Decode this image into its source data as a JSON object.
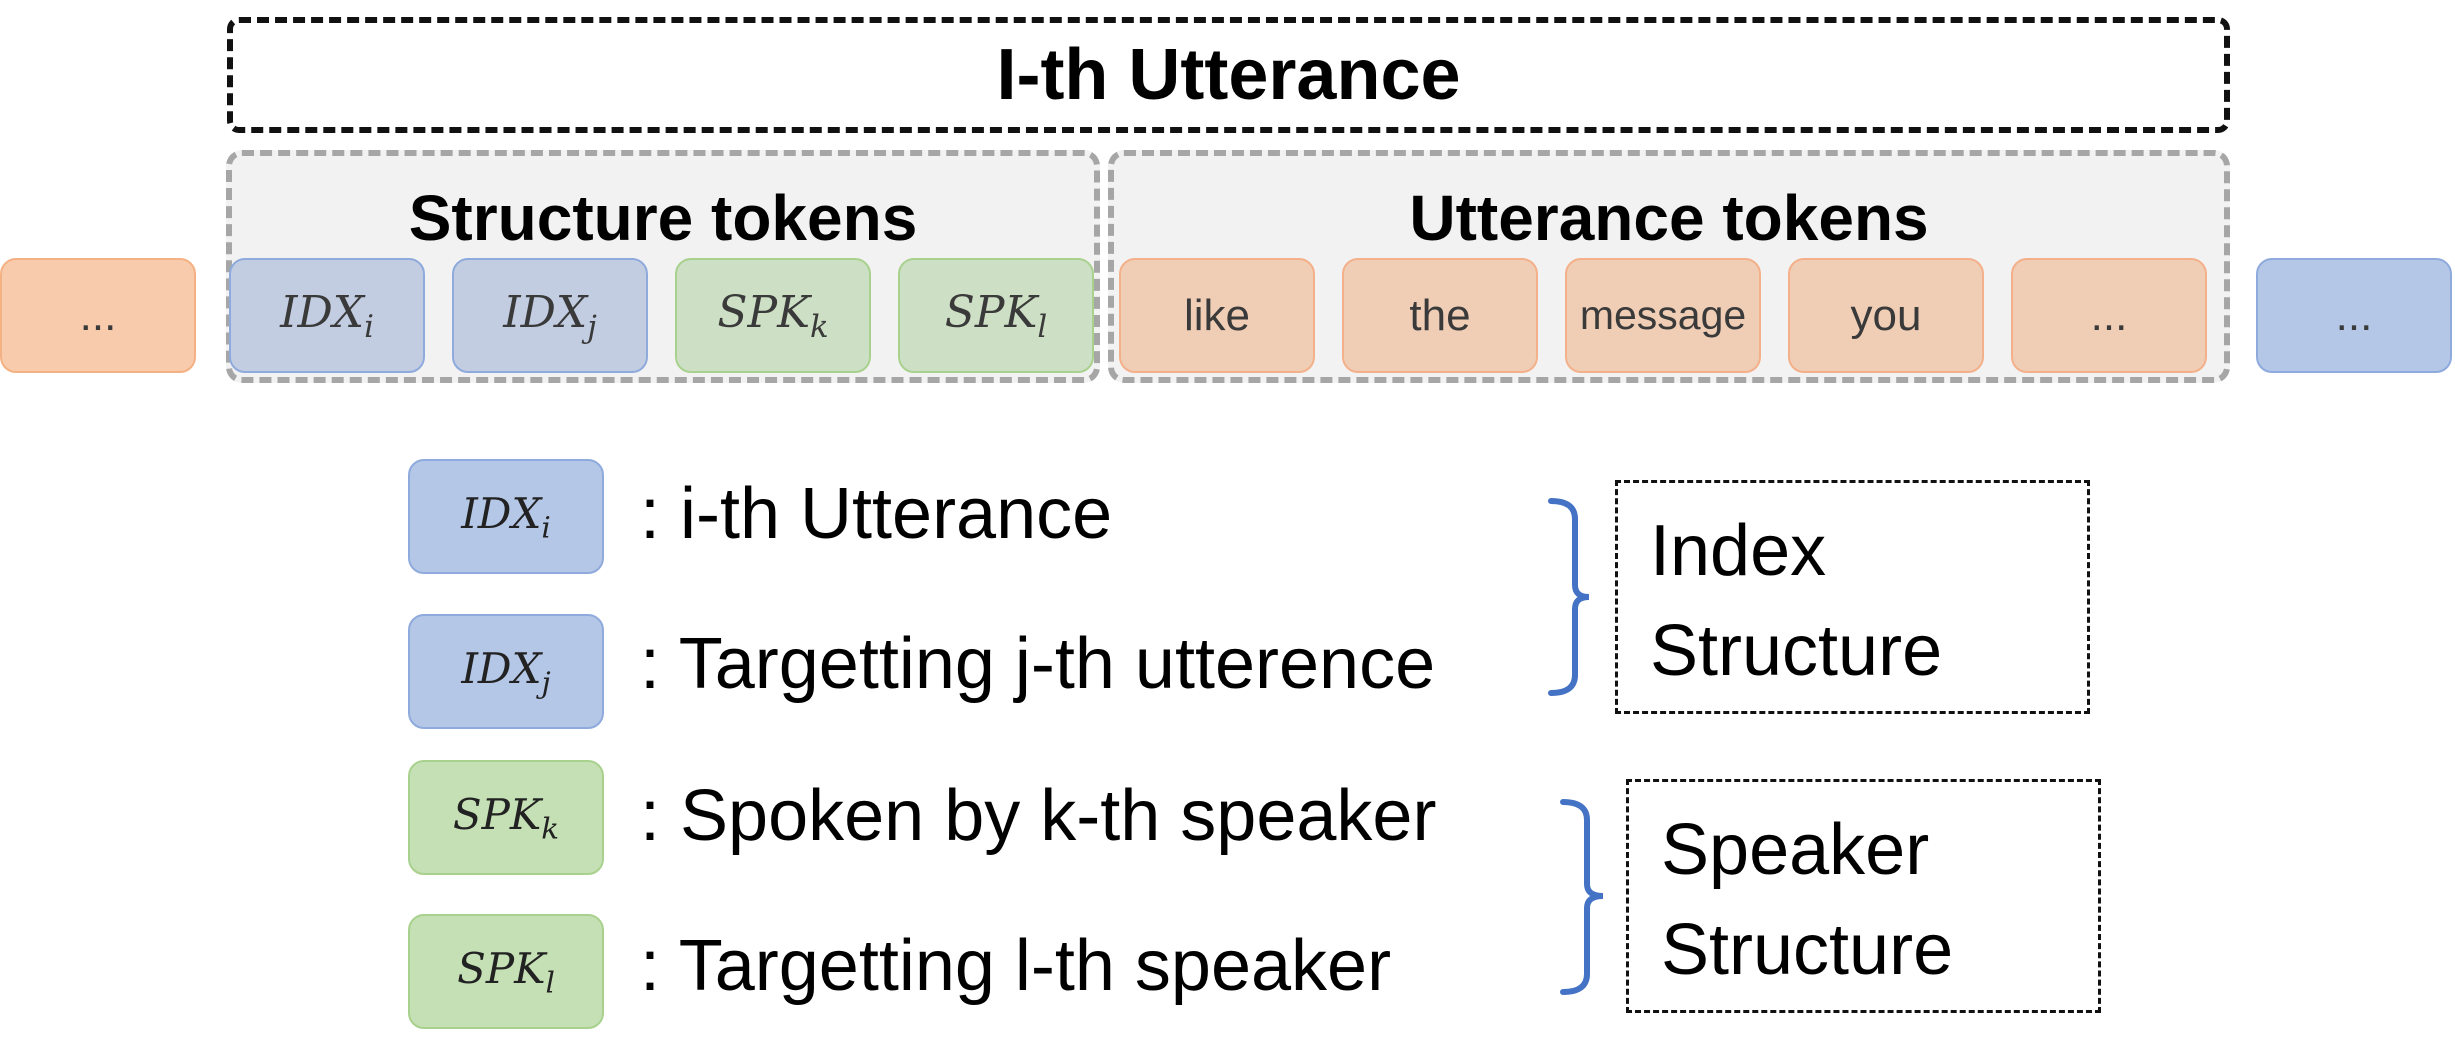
{
  "header": {
    "title": "I-th Utterance"
  },
  "groups": {
    "structure_label": "Structure tokens",
    "utterance_label": "Utterance tokens"
  },
  "sequence": {
    "left_ellipsis": "...",
    "right_ellipsis": "...",
    "structure_tokens": [
      {
        "base": "IDX",
        "sub": "i"
      },
      {
        "base": "IDX",
        "sub": "j"
      },
      {
        "base": "SPK",
        "sub": "k"
      },
      {
        "base": "SPK",
        "sub": "l"
      }
    ],
    "utterance_tokens": [
      "like",
      "the",
      "message",
      "you",
      "..."
    ]
  },
  "legend": {
    "items": [
      {
        "base": "IDX",
        "sub": "i",
        "text": ": i-th Utterance"
      },
      {
        "base": "IDX",
        "sub": "j",
        "text": ": Targetting j-th utterence"
      },
      {
        "base": "SPK",
        "sub": "k",
        "text": ": Spoken by k-th speaker"
      },
      {
        "base": "SPK",
        "sub": "l",
        "text": ": Targetting l-th speaker"
      }
    ],
    "index_structure": {
      "line1": "Index",
      "line2": "Structure"
    },
    "speaker_structure": {
      "line1": "Speaker",
      "line2": "Structure"
    }
  },
  "colors": {
    "brace": "#4472c4",
    "index_token": "#b4c7e7",
    "speaker_token": "#c5e0b4",
    "utterance_token": "#f8cbad"
  }
}
